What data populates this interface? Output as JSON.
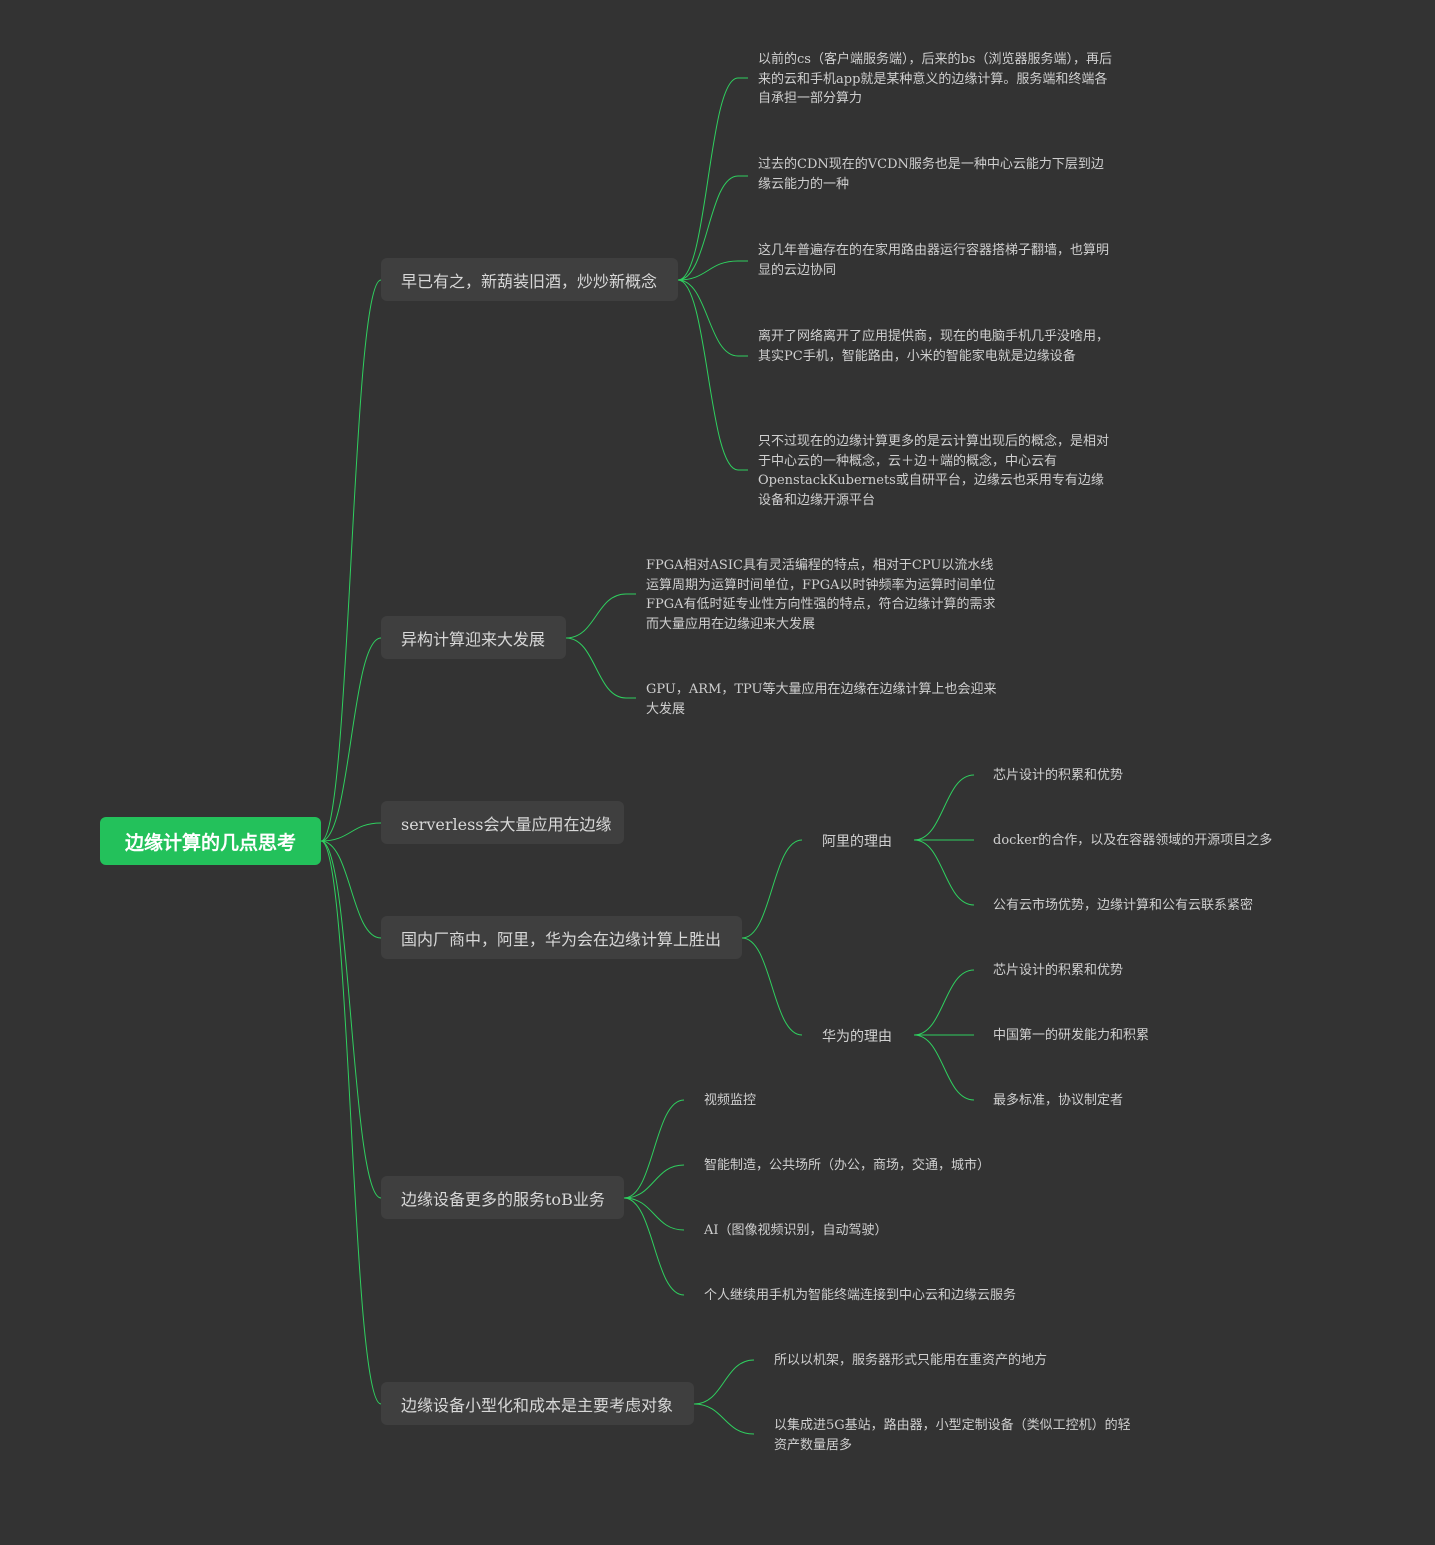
{
  "root": {
    "label": "边缘计算的几点思考"
  },
  "branches": [
    {
      "label": "早已有之，新葫装旧酒，炒炒新概念",
      "children": [
        "以前的cs（客户端服务端），后来的bs（浏览器服务端），再后来的云和手机app就是某种意义的边缘计算。服务端和终端各自承担一部分算力",
        "过去的CDN现在的VCDN服务也是一种中心云能力下层到边缘云能力的一种",
        "这几年普遍存在的在家用路由器运行容器搭梯子翻墙，也算明显的云边协同",
        "离开了网络离开了应用提供商，现在的电脑手机几乎没啥用，其实PC手机，智能路由，小米的智能家电就是边缘设备",
        "只不过现在的边缘计算更多的是云计算出现后的概念，是相对于中心云的一种概念，云＋边＋端的概念，中心云有OpenstackKubernets或自研平台，边缘云也采用专有边缘设备和边缘开源平台"
      ]
    },
    {
      "label": "异构计算迎来大发展",
      "children": [
        "FPGA相对ASIC具有灵活编程的特点，相对于CPU以流水线运算周期为运算时间单位，FPGA以时钟频率为运算时间单位FPGA有低时延专业性方向性强的特点，符合边缘计算的需求而大量应用在边缘迎来大发展",
        "GPU，ARM，TPU等大量应用在边缘在边缘计算上也会迎来大发展"
      ]
    },
    {
      "label": "serverless会大量应用在边缘",
      "children": []
    },
    {
      "label": "国内厂商中，阿里，华为会在边缘计算上胜出",
      "subgroups": [
        {
          "label": "阿里的理由",
          "children": [
            "芯片设计的积累和优势",
            "docker的合作，以及在容器领域的开源项目之多",
            "公有云市场优势，边缘计算和公有云联系紧密"
          ]
        },
        {
          "label": "华为的理由",
          "children": [
            "芯片设计的积累和优势",
            "中国第一的研发能力和积累",
            "最多标准，协议制定者"
          ]
        }
      ]
    },
    {
      "label": "边缘设备更多的服务toB业务",
      "children": [
        "视频监控",
        "智能制造，公共场所（办公，商场，交通，城市）",
        "AI（图像视频识别，自动驾驶）",
        "个人继续用手机为智能终端连接到中心云和边缘云服务"
      ]
    },
    {
      "label": "边缘设备小型化和成本是主要考虑对象",
      "children": [
        "所以以机架，服务器形式只能用在重资产的地方",
        "以集成进5G基站，路由器，小型定制设备（类似工控机）的轻资产数量居多"
      ]
    }
  ],
  "colors": {
    "background": "#333333",
    "root": "#23c15b",
    "branch_box": "#3f3f3f",
    "link": "#2fcf5f"
  }
}
